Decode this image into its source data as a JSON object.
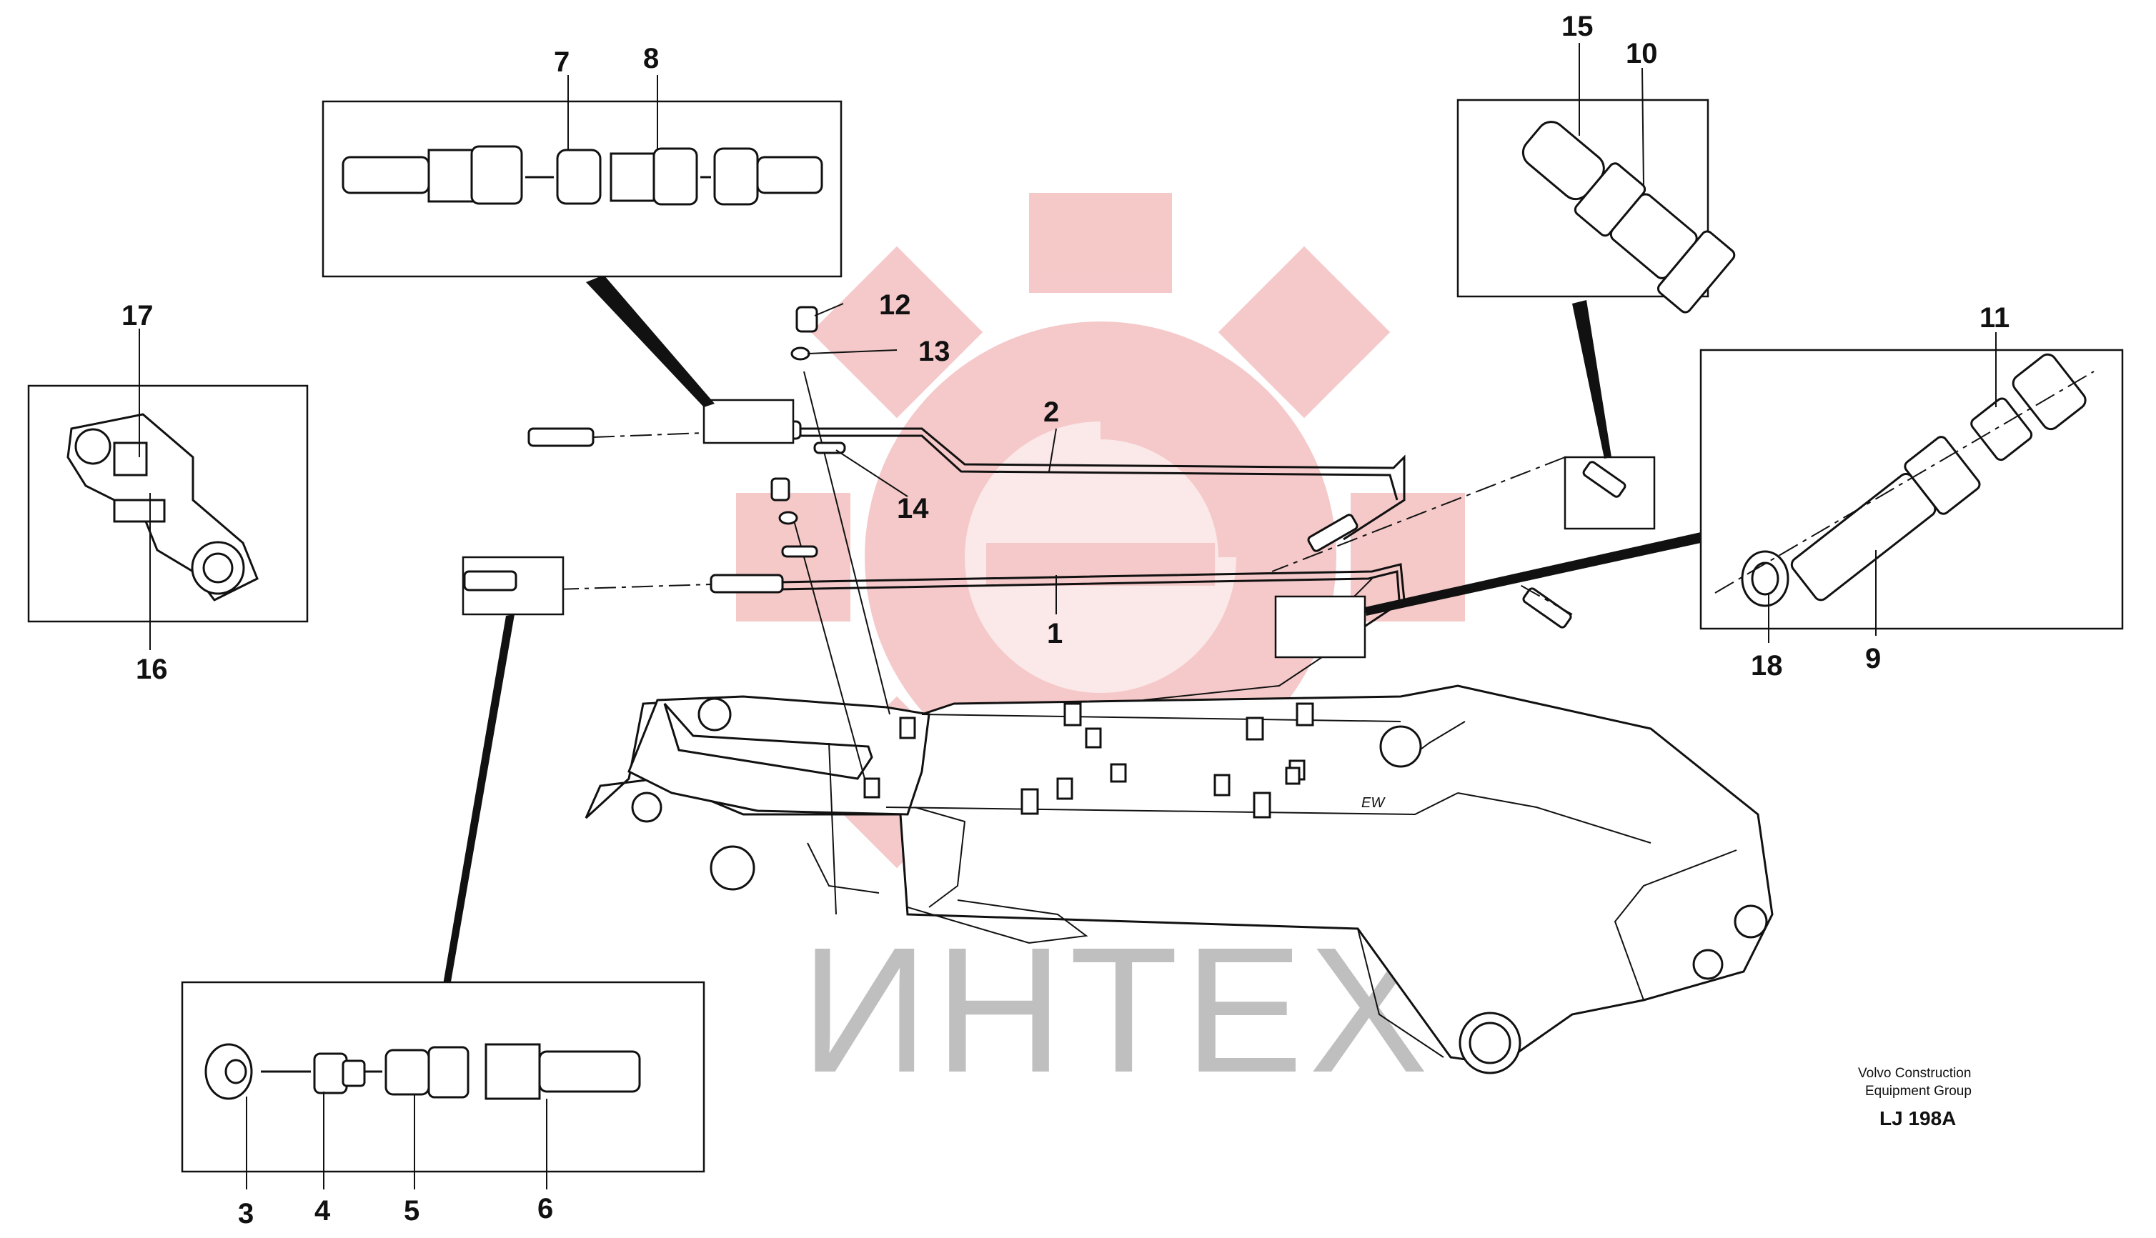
{
  "watermark": {
    "text": "ИНТЕХ",
    "gear_color": "#f2b3b3",
    "text_color": "#bfbfbf"
  },
  "credit": {
    "line1": "Volvo Construction",
    "line2": "Equipment Group",
    "code": "LJ 198A"
  },
  "callouts": {
    "c1": "1",
    "c2": "2",
    "c3": "3",
    "c4": "4",
    "c5": "5",
    "c6": "6",
    "c7": "7",
    "c8": "8",
    "c9": "9",
    "c10": "10",
    "c11": "11",
    "c12": "12",
    "c13": "13",
    "c14": "14",
    "c15": "15",
    "c16": "16",
    "c17": "17",
    "c18": "18"
  }
}
